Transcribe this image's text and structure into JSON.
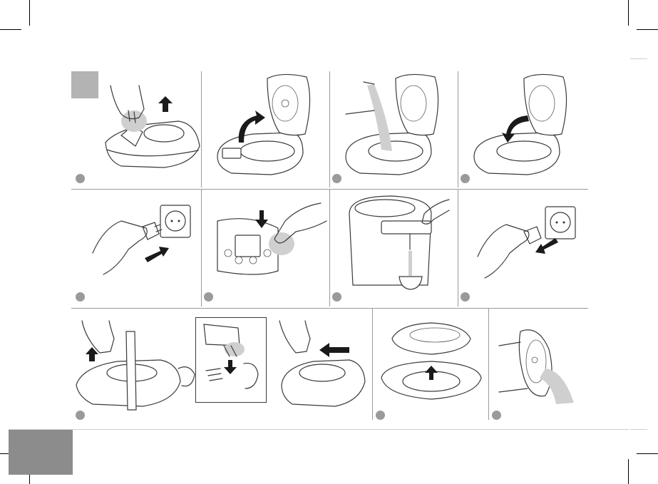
{
  "document": {
    "panel_rows": 3,
    "panels_per_row": [
      4,
      4,
      5
    ],
    "marker_color": "#9a9a9a",
    "header_block_color": "#b3b3b3",
    "footer_block_color": "#8c8c8c",
    "icons": [
      "hand-icon",
      "arrow-icon",
      "pot-icon",
      "plug-icon",
      "socket-icon",
      "cup-icon",
      "lid-icon",
      "filter-icon"
    ]
  }
}
